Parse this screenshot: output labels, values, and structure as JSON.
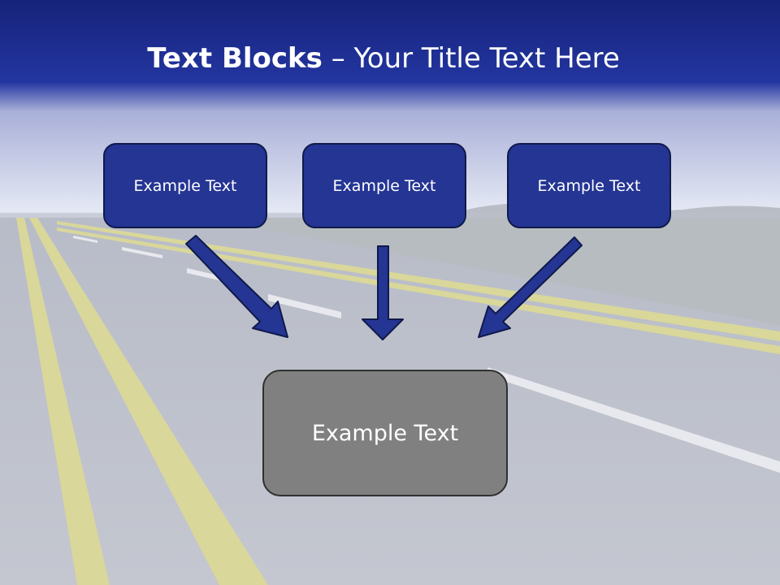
{
  "title": {
    "bold": "Text Blocks",
    "dash": " – ",
    "rest": "Your Title Text Here"
  },
  "blocks": [
    {
      "label": "Example Text"
    },
    {
      "label": "Example Text"
    },
    {
      "label": "Example Text"
    }
  ],
  "result": {
    "label": "Example Text"
  },
  "colors": {
    "block_fill": "#253594",
    "result_fill": "#808080",
    "arrow_fill": "#253594",
    "header_band": "#1a2a8a"
  }
}
